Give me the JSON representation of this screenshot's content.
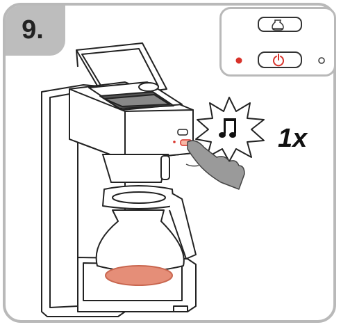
{
  "step": {
    "number": "9."
  },
  "press_count": "1x",
  "icons": {
    "carafe": "carafe-icon",
    "power": "power-icon",
    "note": "music-note-icon"
  },
  "indicators": {
    "left_lamp": "on",
    "right_lamp": "off"
  },
  "colors": {
    "frame": "#b9b9b9",
    "power_red": "#d8322a",
    "hotplate": "#e58e78",
    "finger": "#9a9a9a"
  }
}
